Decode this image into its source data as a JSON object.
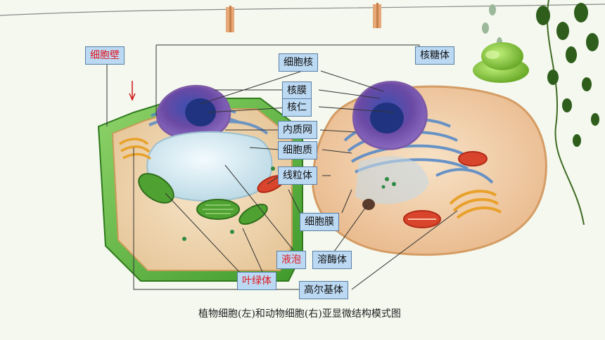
{
  "labels": {
    "cell_wall": "细胞壁",
    "nucleus": "细胞核",
    "ribosome": "核糖体",
    "nuclear_membrane": "核膜",
    "nucleolus": "核仁",
    "er": "内质网",
    "cytoplasm": "细胞质",
    "mitochondria": "线粒体",
    "cell_membrane": "细胞膜",
    "vacuole": "液泡",
    "lysosome": "溶酶体",
    "chloroplast": "叶绿体",
    "golgi": "高尔基体"
  },
  "caption": "植物细胞(左)和动物细胞(右)亚显微结构模式图",
  "colors": {
    "highlight_label": "#e0161f",
    "label_fill": "#bcd9f3",
    "label_border": "#5b7fa6"
  }
}
